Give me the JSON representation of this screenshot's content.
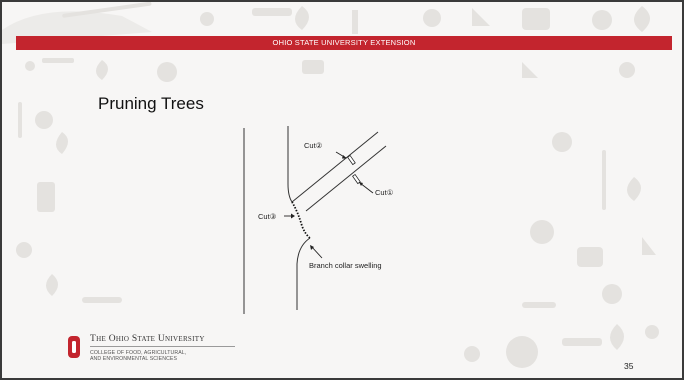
{
  "header": {
    "banner_text": "OHIO STATE UNIVERSITY EXTENSION"
  },
  "slide": {
    "title": "Pruning Trees",
    "page_number": "35"
  },
  "diagram": {
    "labels": {
      "cut2": "Cut②",
      "cut1": "Cut①",
      "cut3": "Cut③",
      "collar": "Branch collar swelling"
    }
  },
  "logo": {
    "university_name": "The Ohio State University",
    "college_line_1": "COLLEGE OF FOOD, AGRICULTURAL,",
    "college_line_2": "AND ENVIRONMENTAL SCIENCES"
  },
  "colors": {
    "brand_red": "#c3252e",
    "background": "#f7f6f5",
    "border": "#3a3a3a"
  }
}
